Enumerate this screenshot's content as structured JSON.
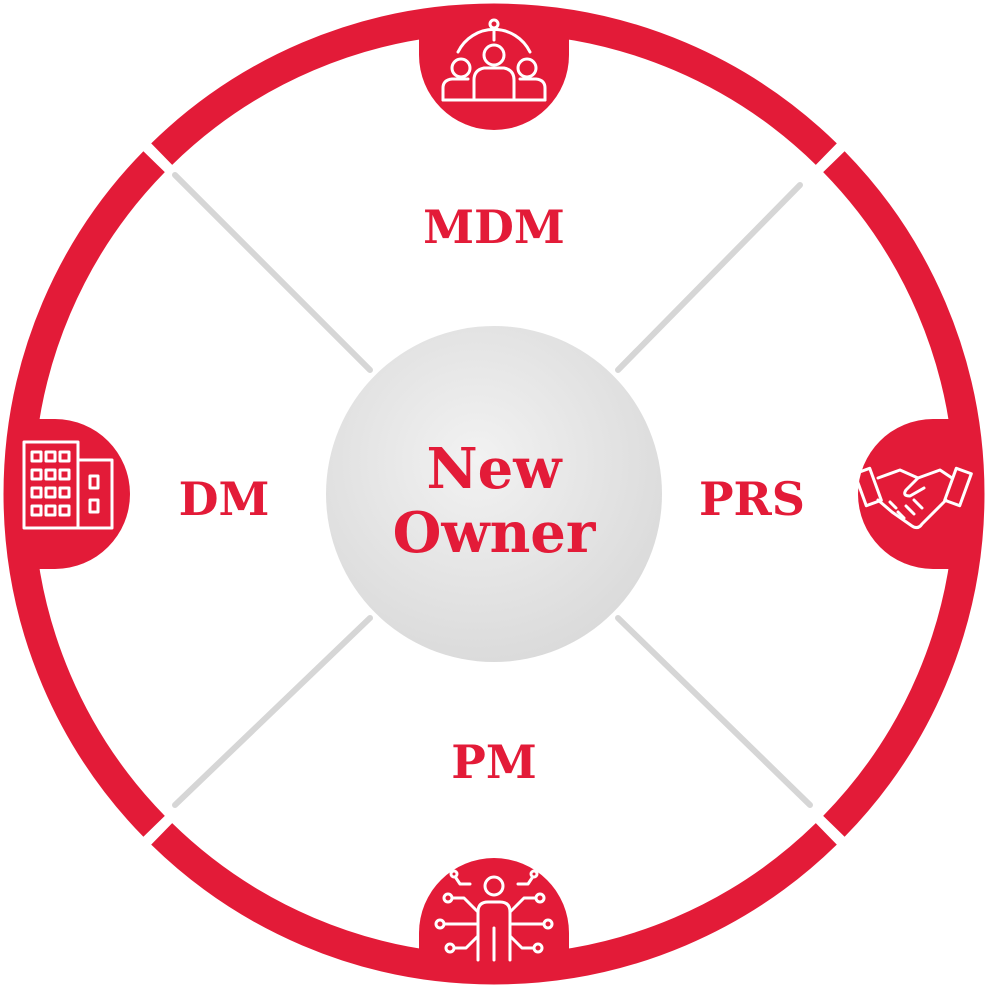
{
  "center": {
    "line1": "New",
    "line2": "Owner"
  },
  "segments": {
    "top": {
      "label": "MDM",
      "icon": "team-network-icon"
    },
    "right": {
      "label": "PRS",
      "icon": "handshake-icon"
    },
    "bottom": {
      "label": "PM",
      "icon": "person-circuit-icon"
    },
    "left": {
      "label": "DM",
      "icon": "office-buildings-icon"
    }
  },
  "colors": {
    "accent": "#e31b38",
    "hub_fill": "#e1e1e1",
    "spoke": "#d6d6d6",
    "icon_stroke": "#ffffff",
    "background": "#ffffff"
  }
}
